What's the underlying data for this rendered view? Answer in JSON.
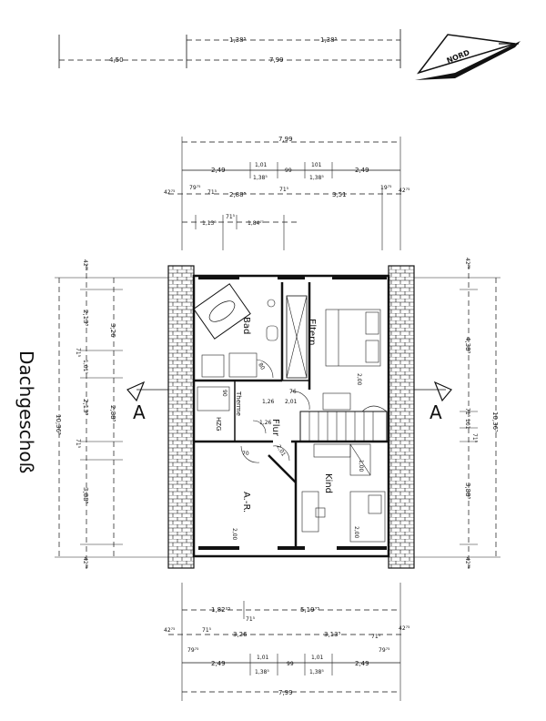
{
  "dims_top_outer": {
    "a": "4,50",
    "b": "1,38⁵",
    "c": "1,38⁵",
    "d": "7,99"
  },
  "compass": {
    "label": "NORD"
  },
  "dims_top": {
    "total": "7,99",
    "r1": [
      "2,49",
      "1,01",
      "99",
      "101",
      "2,49"
    ],
    "r1b": [
      "1,38⁵",
      "1,38⁵"
    ],
    "r2": [
      "42⁷⁵",
      "79⁷⁵",
      "71⁵",
      "2,88⁵",
      "71⁵",
      "3,51",
      "19⁷⁵",
      "42⁷⁵"
    ],
    "r3": [
      "1,13⁵",
      "71⁵",
      "1,84⁷⁵"
    ]
  },
  "dims_left": [
    "42⁷⁵",
    "2,13⁵",
    "3,26",
    "1,01⁵",
    "71⁵",
    "2,13⁵",
    "2,88⁵",
    "10,36⁵",
    "71⁵",
    "3,88⁵",
    "42⁷⁵"
  ],
  "dims_right": [
    "42⁷⁵",
    "4,38⁵",
    "71⁵",
    "101",
    "71⁵",
    "10,36⁵",
    "3,88⁵",
    "42⁷⁵"
  ],
  "dims_bottom": {
    "r1": [
      "1,82²⁵",
      "5,19⁷⁵",
      "71⁵"
    ],
    "r2": [
      "42⁷⁵",
      "71⁵",
      "3,26",
      "3,13⁵",
      "71⁵",
      "42⁷⁵"
    ],
    "r3": [
      "79⁷⁵",
      "79⁷⁵"
    ],
    "r4": [
      "2,49",
      "1,01",
      "99",
      "1,01",
      "2,49"
    ],
    "r4b": [
      "1,38⁵",
      "1,38⁵"
    ],
    "total": "7,99"
  },
  "rooms": {
    "bad": "Bad",
    "eltern": "Eltern",
    "flur": "Flur",
    "kind": "Kind",
    "ar": "A.-R.",
    "hzg": "HZG",
    "therme": "Therme",
    "small": [
      "76",
      "1,26",
      "2,01",
      "2,00",
      "2,00",
      "2,01",
      "2,00",
      "80",
      "70",
      "90",
      "1,26",
      "1,00"
    ]
  },
  "section_marks": {
    "left": "A",
    "right": "A"
  },
  "side_title": "Dachgeschoß"
}
